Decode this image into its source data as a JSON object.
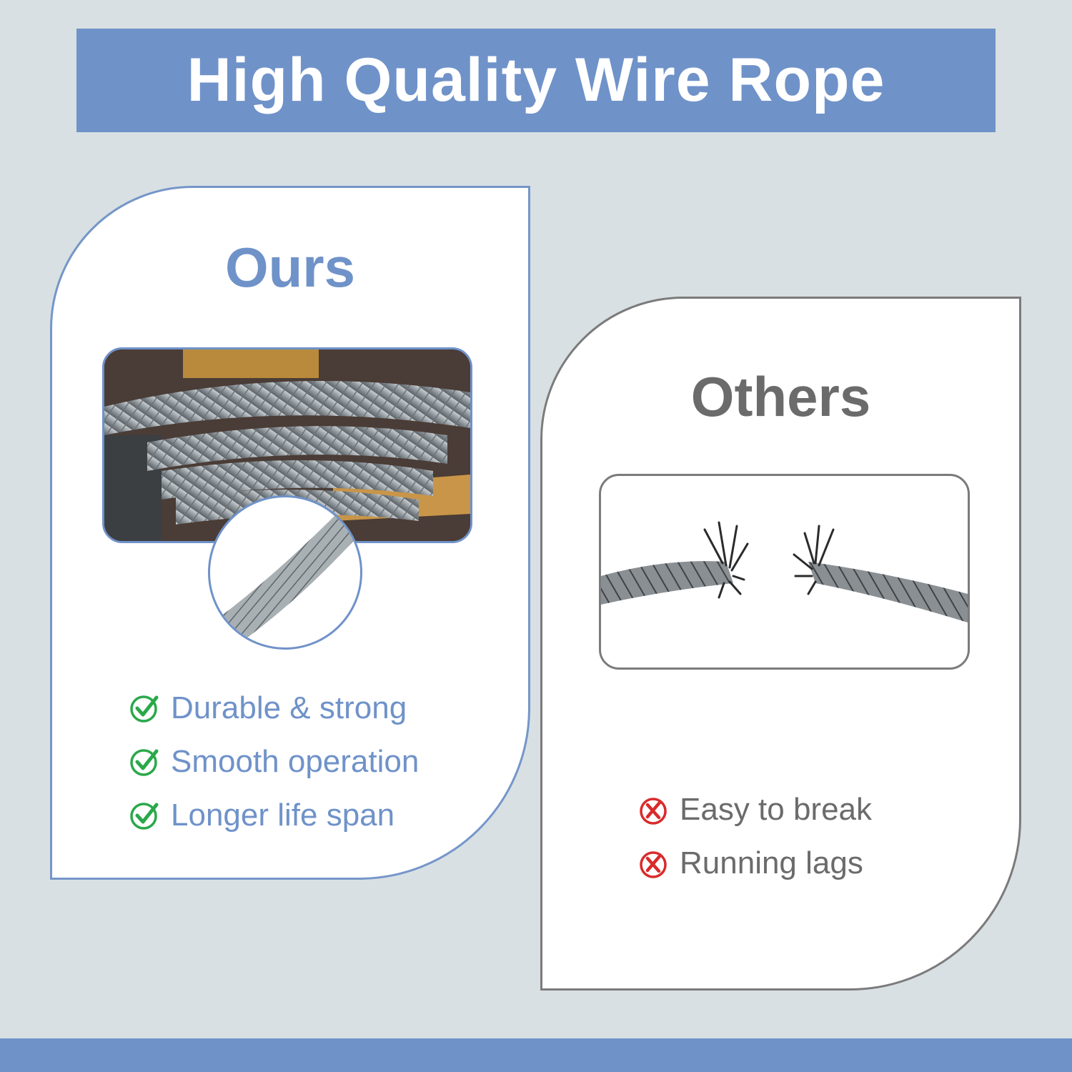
{
  "header": {
    "title": "High Quality Wire Rope"
  },
  "ours": {
    "title": "Ours",
    "image": "wire-rope-winch-photo",
    "features": [
      "Durable & strong",
      "Smooth operation",
      "Longer life span"
    ],
    "feature_icon": "check-circle-icon",
    "accent_color": "#6f92c9",
    "icon_color": "#2aa84a"
  },
  "others": {
    "title": "Others",
    "image": "frayed-broken-rope-photo",
    "features": [
      "Easy to break",
      "Running lags"
    ],
    "feature_icon": "x-circle-icon",
    "accent_color": "#6b6b6b",
    "icon_color": "#d92b2b"
  }
}
